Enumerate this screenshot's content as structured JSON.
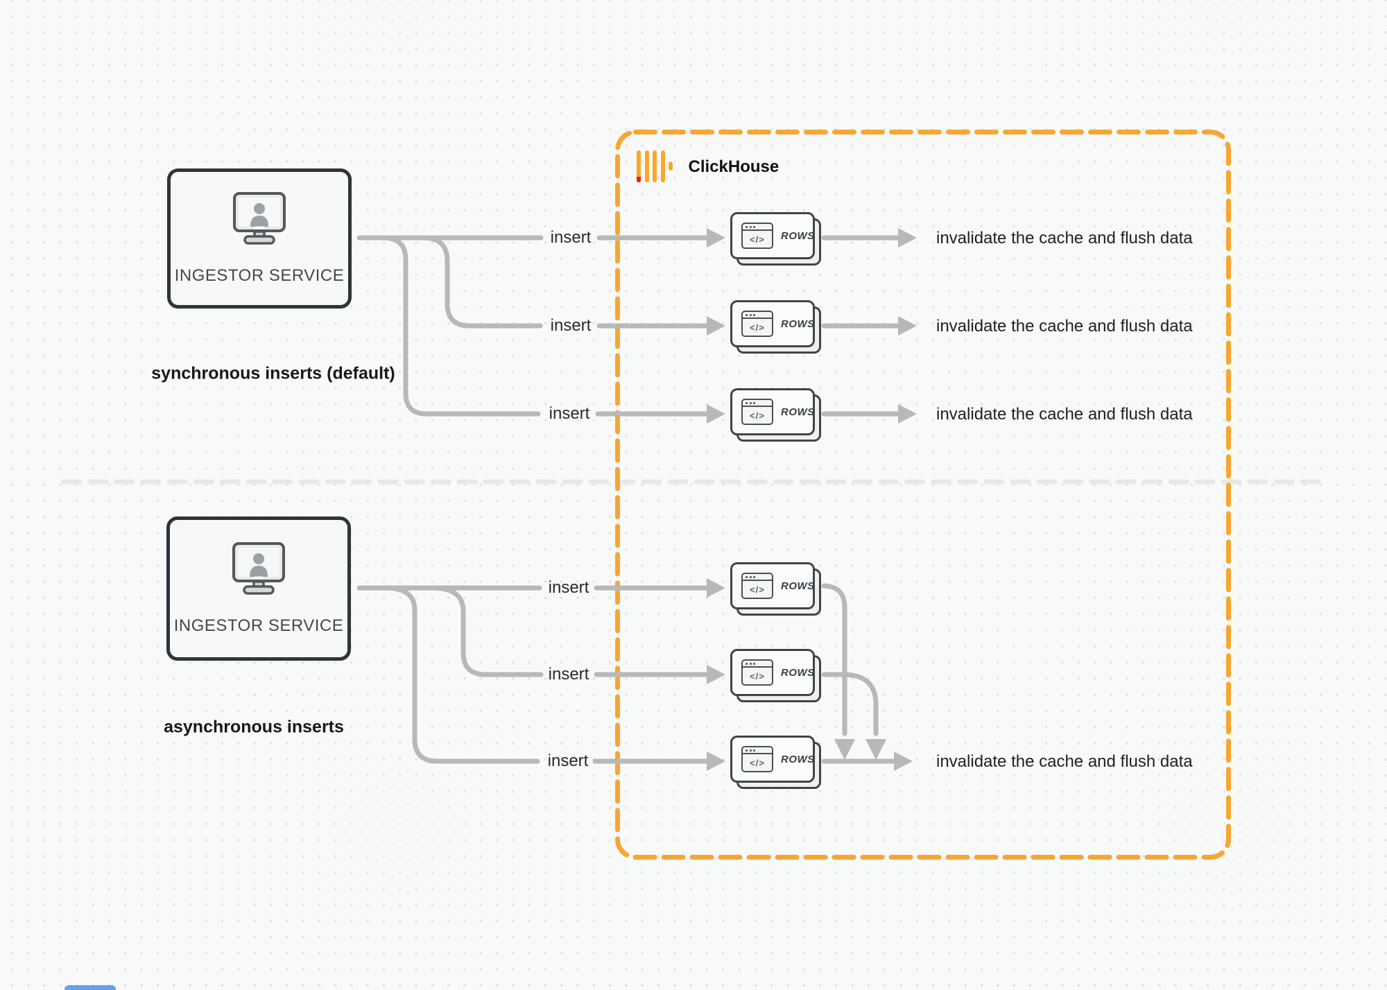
{
  "colors": {
    "background": "#f8f9f9",
    "dot_grid": "#e2e4e5",
    "accent_orange": "#F7A633",
    "connector_gray": "#b7b8b8",
    "divider_gray": "#e7e8e9",
    "box_border": "#2f3438",
    "logo_yellow": "#FAA72B",
    "logo_red": "#E8200A",
    "text_dark": "#1d2023"
  },
  "clickhouse": {
    "name": "ClickHouse"
  },
  "card": {
    "rows_label": "ROWS",
    "code_glyph": "</>"
  },
  "sync": {
    "caption": "synchronous inserts (default)",
    "service_label": "INGESTOR SERVICE",
    "insert_labels": [
      "insert",
      "insert",
      "insert"
    ],
    "outcome_labels": [
      "invalidate the cache and flush data",
      "invalidate the cache and flush data",
      "invalidate the cache and flush data"
    ]
  },
  "async": {
    "caption": "asynchronous inserts",
    "service_label": "INGESTOR SERVICE",
    "insert_labels": [
      "insert",
      "insert",
      "insert"
    ],
    "outcome_label": "invalidate the cache and flush data"
  }
}
